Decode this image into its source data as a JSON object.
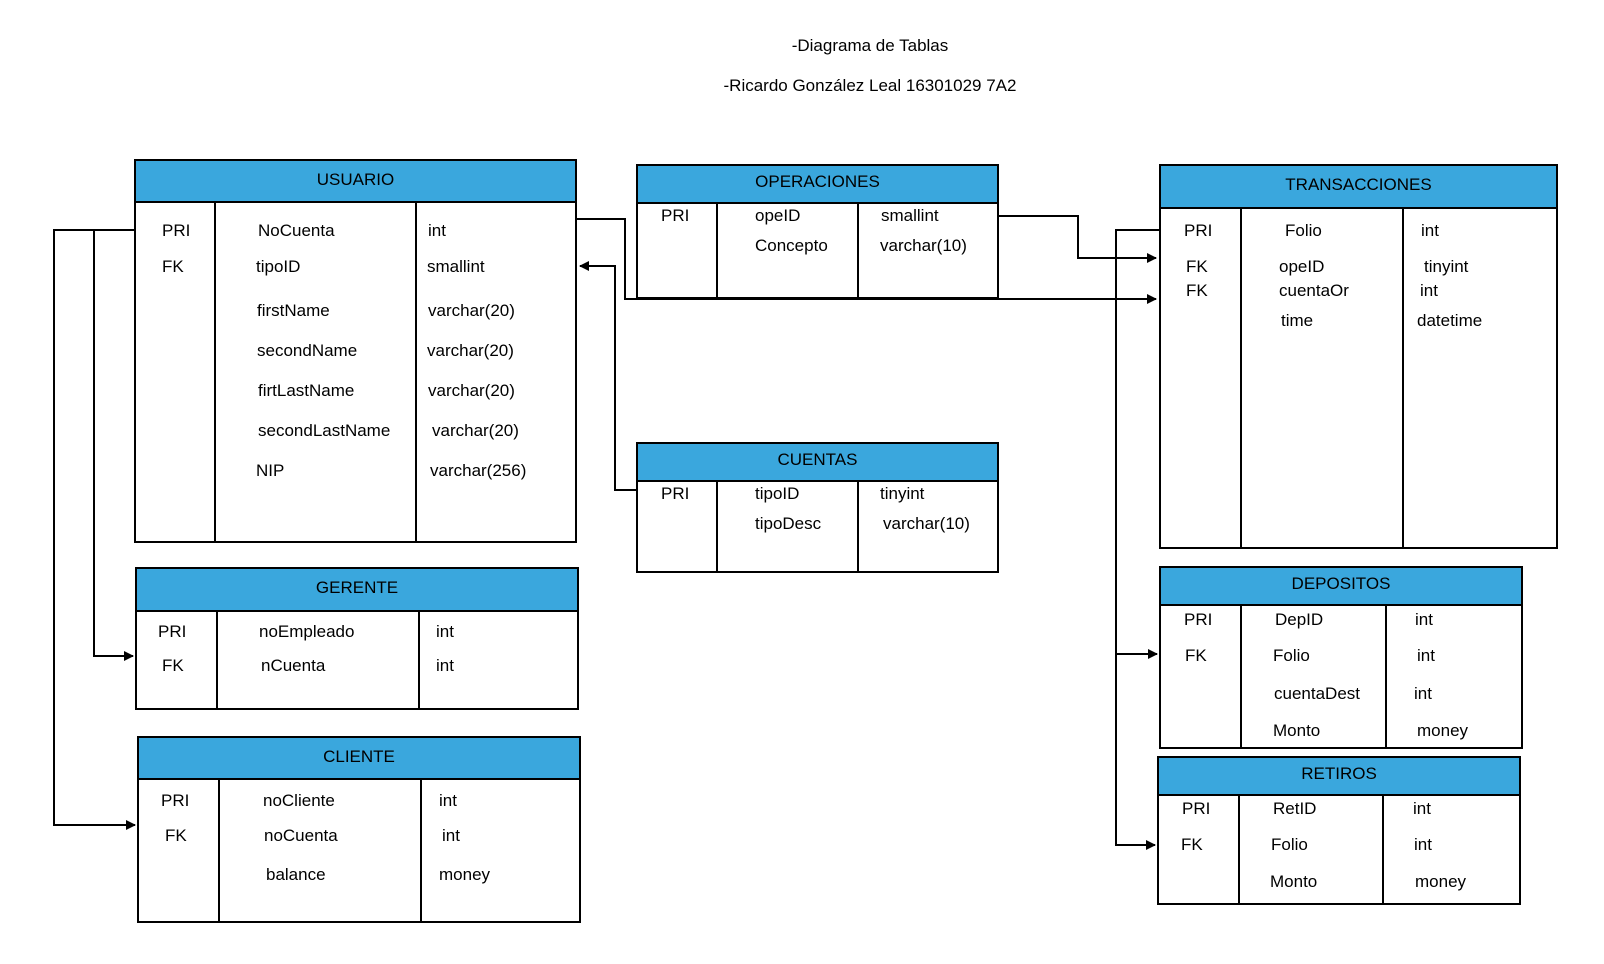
{
  "title": "-Diagrama de Tablas",
  "subtitle": "-Ricardo González Leal 16301029 7A2",
  "colors": {
    "header": "#3aa7dd",
    "border": "#000000"
  },
  "tables": {
    "usuario": {
      "name": "USUARIO",
      "rows": [
        {
          "key": "PRI",
          "field": "NoCuenta",
          "type": "int"
        },
        {
          "key": "FK",
          "field": "tipoID",
          "type": "smallint"
        },
        {
          "key": "",
          "field": "firstName",
          "type": "varchar(20)"
        },
        {
          "key": "",
          "field": "secondName",
          "type": "varchar(20)"
        },
        {
          "key": "",
          "field": "firtLastName",
          "type": "varchar(20)"
        },
        {
          "key": "",
          "field": "secondLastName",
          "type": "varchar(20)"
        },
        {
          "key": "",
          "field": "NIP",
          "type": "varchar(256)"
        }
      ]
    },
    "operaciones": {
      "name": "OPERACIONES",
      "rows": [
        {
          "key": "PRI",
          "field": "opeID",
          "type": "smallint"
        },
        {
          "key": "",
          "field": "Concepto",
          "type": "varchar(10)"
        }
      ]
    },
    "transacciones": {
      "name": "TRANSACCIONES",
      "rows": [
        {
          "key": "PRI",
          "field": "Folio",
          "type": "int"
        },
        {
          "key": "FK",
          "field": "opeID",
          "type": "tinyint"
        },
        {
          "key": "FK",
          "field": "cuentaOr",
          "type": "int"
        },
        {
          "key": "",
          "field": "time",
          "type": "datetime"
        }
      ]
    },
    "cuentas": {
      "name": "CUENTAS",
      "rows": [
        {
          "key": "PRI",
          "field": "tipoID",
          "type": "tinyint"
        },
        {
          "key": "",
          "field": "tipoDesc",
          "type": "varchar(10)"
        }
      ]
    },
    "gerente": {
      "name": "GERENTE",
      "rows": [
        {
          "key": "PRI",
          "field": "noEmpleado",
          "type": "int"
        },
        {
          "key": "FK",
          "field": "nCuenta",
          "type": "int"
        }
      ]
    },
    "cliente": {
      "name": "CLIENTE",
      "rows": [
        {
          "key": "PRI",
          "field": "noCliente",
          "type": "int"
        },
        {
          "key": "FK",
          "field": "noCuenta",
          "type": "int"
        },
        {
          "key": "",
          "field": "balance",
          "type": "money"
        }
      ]
    },
    "depositos": {
      "name": "DEPOSITOS",
      "rows": [
        {
          "key": "PRI",
          "field": "DepID",
          "type": "int"
        },
        {
          "key": "FK",
          "field": "Folio",
          "type": "int"
        },
        {
          "key": "",
          "field": "cuentaDest",
          "type": "int"
        },
        {
          "key": "",
          "field": "Monto",
          "type": "money"
        }
      ]
    },
    "retiros": {
      "name": "RETIROS",
      "rows": [
        {
          "key": "PRI",
          "field": "RetID",
          "type": "int"
        },
        {
          "key": "FK",
          "field": "Folio",
          "type": "int"
        },
        {
          "key": "",
          "field": "Monto",
          "type": "money"
        }
      ]
    }
  }
}
